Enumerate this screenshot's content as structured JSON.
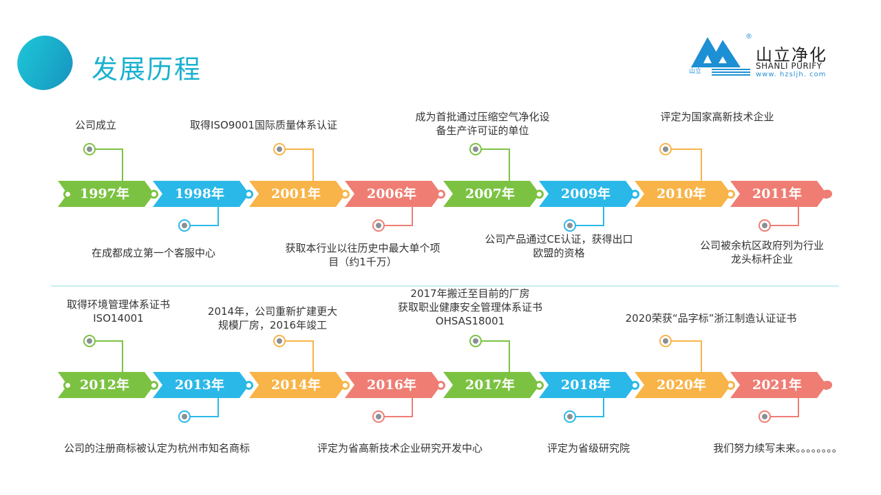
{
  "header": {
    "title": "发展历程"
  },
  "logo": {
    "name_cn": "山立净化",
    "name_en": "SHANLI PURIFY",
    "url": "www. hzsljh. com",
    "mini": "山立",
    "registered": "®"
  },
  "colors": {
    "green": "#7cc242",
    "blue": "#2ab8e8",
    "orange": "#f8b448",
    "red": "#ef7d73",
    "title": "#1ab1cf"
  },
  "row1": {
    "years": [
      "1997年",
      "1998年",
      "2001年",
      "2006年",
      "2007年",
      "2009年",
      "2010年",
      "2011年"
    ],
    "events_top": [
      [
        "公司成立"
      ],
      [
        "取得ISO9001国际质量体系认证"
      ],
      [
        "成为首批通过压缩空气净化设",
        "备生产许可证的单位"
      ],
      [
        "评定为国家高新技术企业"
      ]
    ],
    "events_bottom": [
      [
        "在成都成立第一个客服中心"
      ],
      [
        "获取本行业以往历史中最大单个项",
        "目（约1千万）"
      ],
      [
        "公司产品通过CE认证，获得出口",
        "欧盟的资格"
      ],
      [
        "公司被余杭区政府列为行业",
        "龙头标杆企业"
      ]
    ]
  },
  "row2": {
    "years": [
      "2012年",
      "2013年",
      "2014年",
      "2016年",
      "2017年",
      "2018年",
      "2020年",
      "2021年"
    ],
    "events_top": [
      [
        "取得环境管理体系证书",
        "ISO14001"
      ],
      [
        "2014年，公司重新扩建更大",
        "规模厂房，2016年竣工"
      ],
      [
        "2017年搬迁至目前的厂房",
        "获取职业健康安全管理体系证书",
        "OHSAS18001"
      ],
      [
        "2020荣获“品字标”浙江制造认证证书"
      ]
    ],
    "events_bottom": [
      [
        "公司的注册商标被认定为杭州市知名商标"
      ],
      [
        "评定为省高新技术企业研究开发中心"
      ],
      [
        "评定为省级研究院"
      ],
      [
        "我们努力续写未来。。。。。。。。"
      ]
    ]
  }
}
